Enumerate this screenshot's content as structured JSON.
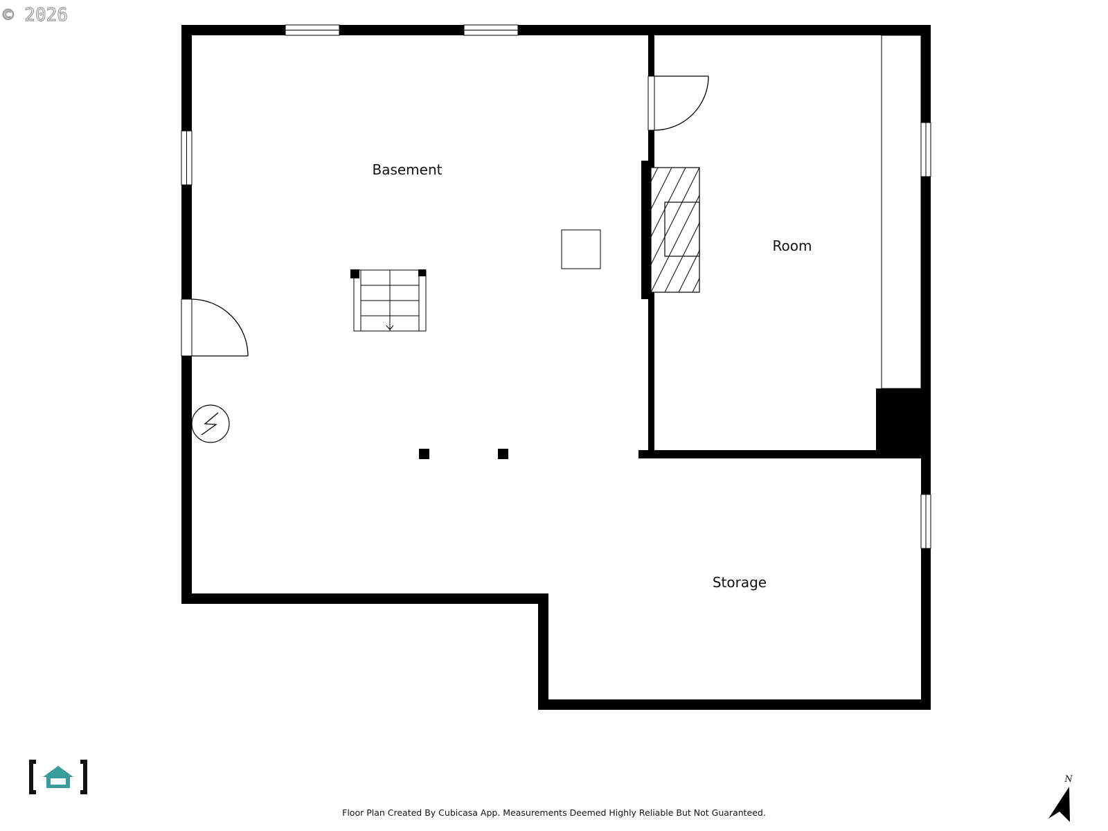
{
  "watermark": "© 2026",
  "rooms": {
    "basement": "Basement",
    "room": "Room",
    "storage": "Storage"
  },
  "footer": {
    "disclaimer": "Floor Plan Created By Cubicasa App. Measurements Deemed Highly Reliable But Not Guaranteed."
  },
  "compass": {
    "label": "N"
  },
  "icons": {
    "logo": "cubicasa-house-bracket-logo",
    "compass": "north-arrow-icon",
    "electrical": "electrical-panel-icon"
  },
  "colors": {
    "wall": "#000000",
    "logo_accent": "#3a9c9c",
    "logo_bracket": "#111111"
  }
}
